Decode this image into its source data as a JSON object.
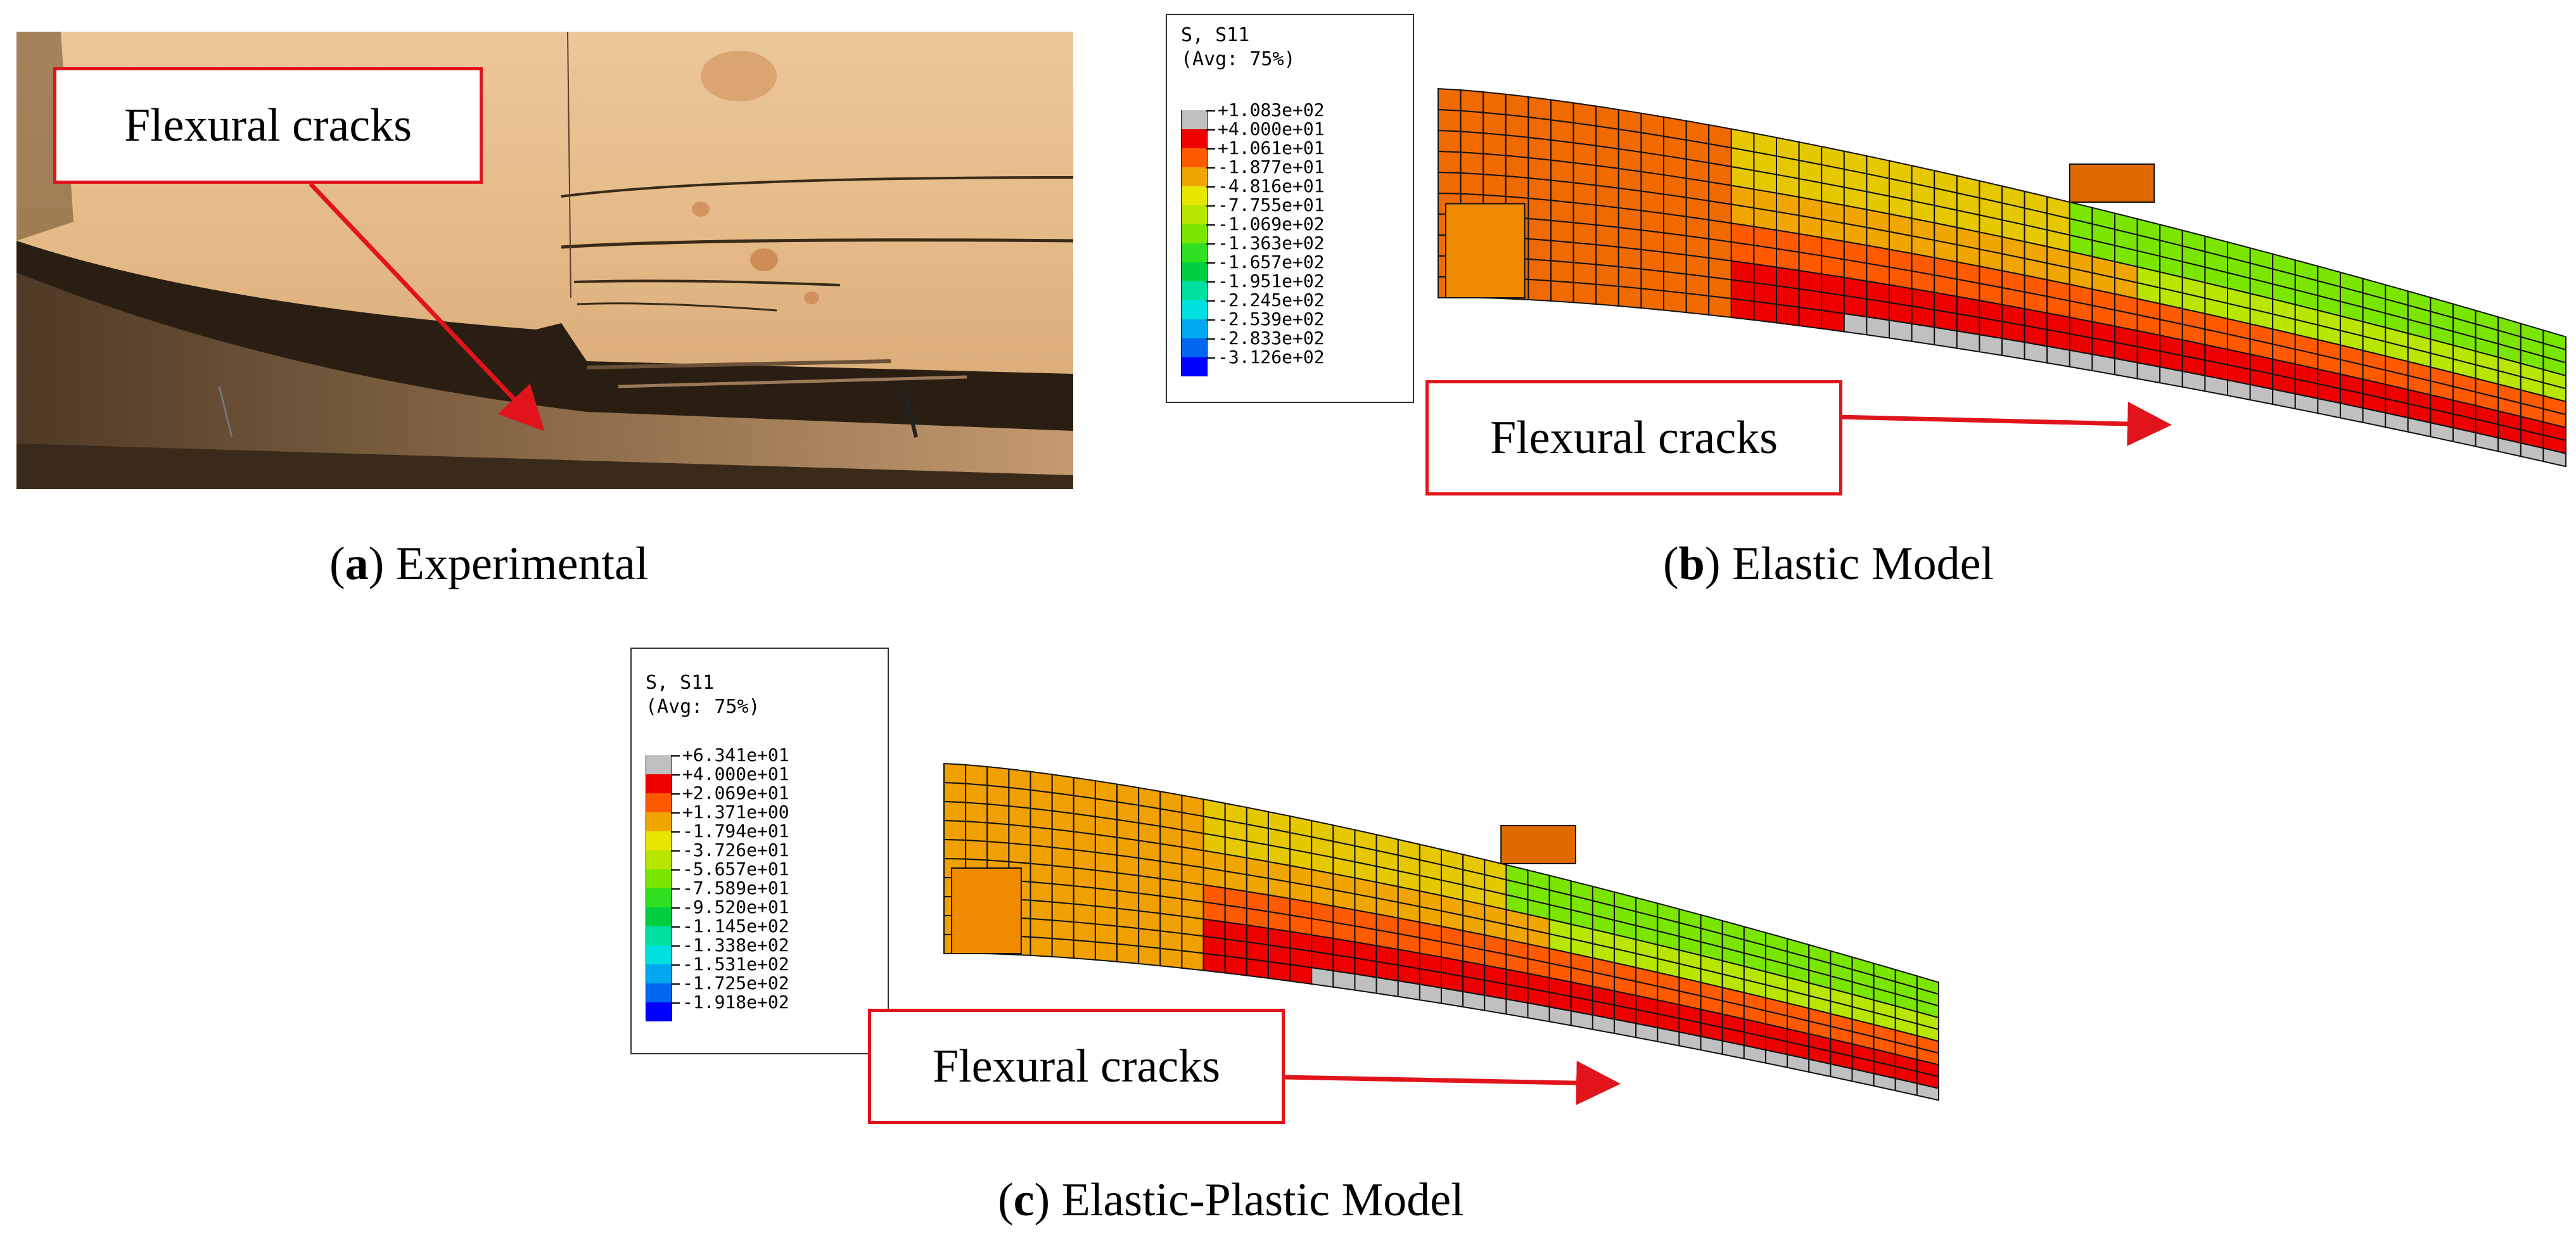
{
  "panels": [
    {
      "id": "a",
      "caption_letter": "a",
      "caption_text": ") Experimental",
      "callout": "Flexural cracks"
    },
    {
      "id": "b",
      "caption_letter": "b",
      "caption_text": ") Elastic Model",
      "callout": "Flexural cracks",
      "legend": {
        "title": "S, S11",
        "subtitle": "(Avg: 75%)",
        "values": [
          "+1.083e+02",
          "+4.000e+01",
          "+1.061e+01",
          "-1.877e+01",
          "-4.816e+01",
          "-7.755e+01",
          "-1.069e+02",
          "-1.363e+02",
          "-1.657e+02",
          "-1.951e+02",
          "-2.245e+02",
          "-2.539e+02",
          "-2.833e+02",
          "-3.126e+02"
        ]
      }
    },
    {
      "id": "c",
      "caption_letter": "c",
      "caption_text": ") Elastic-Plastic Model",
      "callout": "Flexural cracks",
      "legend": {
        "title": "S, S11",
        "subtitle": "(Avg: 75%)",
        "values": [
          "+6.341e+01",
          "+4.000e+01",
          "+2.069e+01",
          "+1.371e+00",
          "-1.794e+01",
          "-3.726e+01",
          "-5.657e+01",
          "-7.589e+01",
          "-9.520e+01",
          "-1.145e+02",
          "-1.338e+02",
          "-1.531e+02",
          "-1.725e+02",
          "-1.918e+02"
        ]
      }
    }
  ],
  "legend_colors": [
    "#c0c0c0",
    "#ee0000",
    "#ff5a00",
    "#f0a500",
    "#e6e600",
    "#b8e600",
    "#7ae600",
    "#30e020",
    "#00d040",
    "#00e0a0",
    "#00e0e0",
    "#00a8f0",
    "#0068f0",
    "#0000ff"
  ],
  "colors": {
    "callout_border": "#e1141b",
    "arrow": "#e1141b"
  }
}
